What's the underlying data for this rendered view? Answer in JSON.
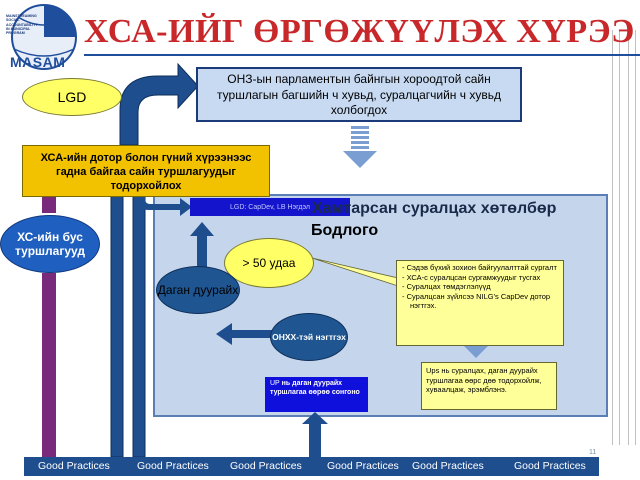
{
  "title": "ХСА-ИЙГ ӨРГӨЖҮҮЛЭХ ХҮРЭЭ",
  "logo": {
    "text": "MAINSTREAMING\nSOCIAL\nACCOUNTABILITY\nIN MUNICIPAL\nPROGRAM",
    "word": "MASAM",
    "icon": "globe-logo-icon"
  },
  "nodes": {
    "lgd": "LGD",
    "top_box": "ОНЗ-ын парламентын байнгын хороодтой сайн туршлагын багшийн ч хувьд, суралцагчийн ч хувьд холбогдох",
    "inner_box": "ХСА-ийн дотор болон гүний хүрээнээс гадна байгаа сайн туршлагуудыг тодорхойлох",
    "navy_bar": "LGD: CapDev, LB Нэгдэл",
    "panel_title": "Хамтарсан суралцах хөтөлбөр",
    "panel_subtitle": "Бодлого",
    "xc_oval": "ХС-ийн бус туршлагууд",
    "y50_oval": "> 50 удаа",
    "dagan_oval": "Даган дуурайх",
    "onh_oval": "ОНХХ-тэй нэгтгэх",
    "callout_list": [
      "Сэдэв бүхий зохион байгуулалттай сургалт",
      "ХСА-с суралцсан сургамжуудыг тусгах",
      "Суралцах төмдэглэлүүд",
      "Суралцсан зүйлсээ NILG's CapDev дотор нэгтгэх."
    ],
    "ups_box": "Ups нь суралцах, даган дуурайх туршлагаа өөрс дөө тодорхойлж, хуваалцаж, эрэмблэнэ.",
    "up_box_lead": "UP",
    "up_box": " нь даган дуурайх туршлагаа өөрөө сонгоно"
  },
  "good_practices": [
    "Good Practices",
    "Good Practices",
    "Good Practices",
    "Good Practices",
    "Good Practices",
    "Good Practices"
  ],
  "page_number": "11",
  "colors": {
    "title_red": "#c8282a",
    "navy": "#1f4e8f",
    "yellow": "#ffff66",
    "gold": "#f2c200",
    "panel": "#c5d6ec",
    "bright_blue": "#1010dd"
  }
}
